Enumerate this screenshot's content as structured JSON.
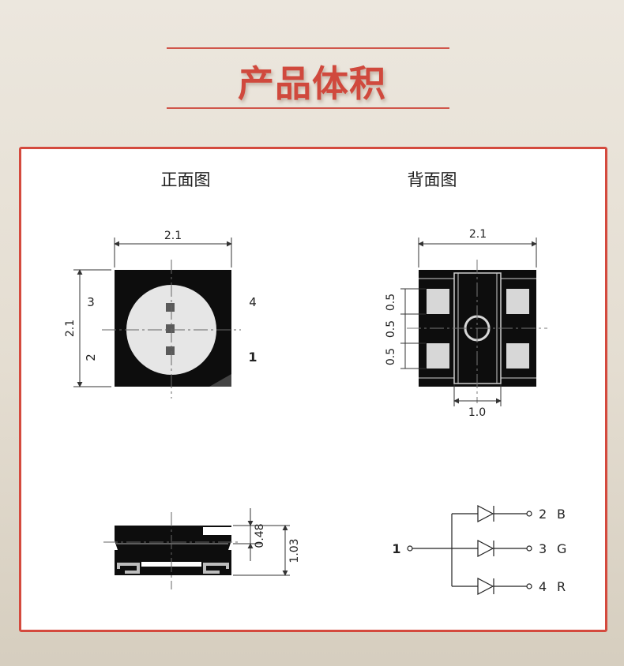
{
  "header": {
    "title": "产品体积"
  },
  "views": {
    "front_title": "正面图",
    "back_title": "背面图"
  },
  "front": {
    "dim_width": "2.1",
    "dim_height": "2.1",
    "pin3": "3",
    "pin4": "4",
    "pin2": "2",
    "pin1": "1"
  },
  "back": {
    "dim_width": "2.1",
    "dim_bottom": "1.0",
    "dim_a": "0.5",
    "dim_b": "0.5",
    "dim_c": "0.5"
  },
  "side": {
    "dim_thin": "0.48",
    "dim_total": "1.03"
  },
  "schematic": {
    "common_pin": "1",
    "pins": [
      {
        "num": "2",
        "color": "B"
      },
      {
        "num": "3",
        "color": "G"
      },
      {
        "num": "4",
        "color": "R"
      }
    ]
  },
  "colors": {
    "accent": "#d0493d",
    "led_body": "#0d0d0d",
    "lens": "#e6e6e6"
  }
}
